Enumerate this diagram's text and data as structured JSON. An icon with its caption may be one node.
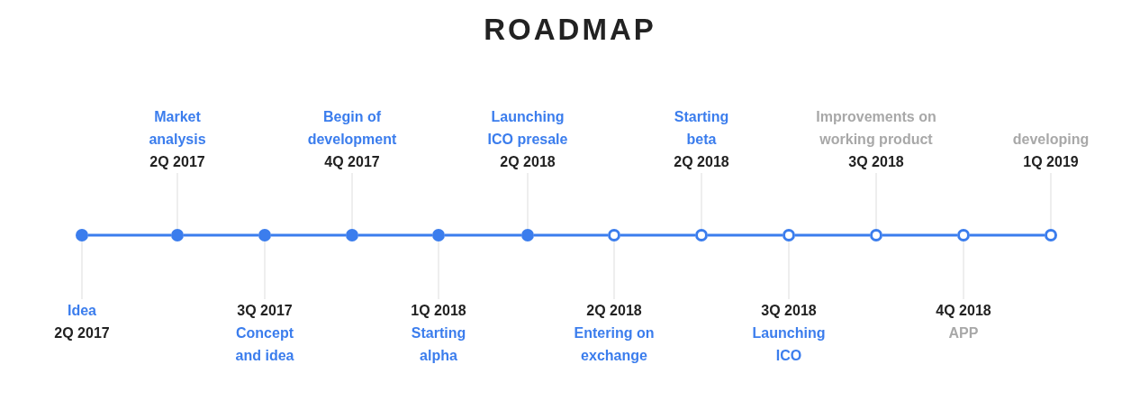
{
  "diagram": {
    "title": "ROADMAP",
    "nodes": [
      {
        "text": [
          "Idea",
          "2Q 2017"
        ]
      },
      {
        "text": [
          "Market analysis",
          "2Q 2017"
        ]
      },
      {
        "text": [
          "3Q 2017",
          "Concept and idea"
        ]
      },
      {
        "text": [
          "Begin of development",
          "4Q 2017"
        ]
      },
      {
        "text": [
          "1Q 2018",
          "Starting alpha"
        ]
      },
      {
        "text": [
          "Launching ICO presale",
          "2Q 2018"
        ]
      },
      {
        "text": [
          "2Q 2018",
          "Entering on exchange"
        ]
      },
      {
        "text": [
          "Starting beta",
          "2Q 2018"
        ]
      },
      {
        "text": [
          "3Q 2018",
          "Launching ICO"
        ]
      },
      {
        "text": [
          "Improvements on working product",
          "3Q 2018"
        ]
      },
      {
        "text": [
          "4Q 2018",
          "APP"
        ]
      },
      {
        "text": [
          "developing",
          "1Q 2019"
        ]
      },
      {
        "text": [],
        "shape": "circle"
      },
      {
        "text": [],
        "shape": "circle"
      },
      {
        "text": [],
        "shape": "circle"
      },
      {
        "text": [],
        "shape": "circle"
      },
      {
        "text": [],
        "shape": "circle"
      },
      {
        "text": [],
        "shape": "circle"
      },
      {
        "text": [],
        "shape": "circle"
      },
      {
        "text": [],
        "shape": "circle"
      },
      {
        "text": [],
        "shape": "circle"
      },
      {
        "text": [],
        "shape": "circle"
      },
      {
        "text": [],
        "shape": "circle"
      },
      {
        "text": [],
        "shape": "circle"
      }
    ],
    "edges": [
      {
        "from": 12,
        "to": 13,
        "arrow": "none",
        "style": "thick",
        "color": "#3b7ded"
      },
      {
        "from": 13,
        "to": 14,
        "arrow": "none",
        "style": "thick",
        "color": "#3b7ded"
      },
      {
        "from": 14,
        "to": 15,
        "arrow": "none",
        "style": "thick",
        "color": "#3b7ded"
      },
      {
        "from": 15,
        "to": 16,
        "arrow": "none",
        "style": "thick",
        "color": "#3b7ded"
      },
      {
        "from": 16,
        "to": 17,
        "arrow": "none",
        "style": "thick",
        "color": "#3b7ded"
      },
      {
        "from": 17,
        "to": 18,
        "arrow": "none",
        "style": "thick",
        "color": "#3b7ded"
      },
      {
        "from": 18,
        "to": 19,
        "arrow": "none",
        "style": "thick",
        "color": "#3b7ded"
      },
      {
        "from": 19,
        "to": 20,
        "arrow": "none",
        "style": "thick",
        "color": "#3b7ded"
      },
      {
        "from": 20,
        "to": 21,
        "arrow": "none",
        "style": "thick",
        "color": "#3b7ded"
      },
      {
        "from": 21,
        "to": 22,
        "arrow": "none",
        "style": "thick",
        "color": "#3b7ded"
      },
      {
        "from": 22,
        "to": 23,
        "arrow": "none",
        "style": "thick",
        "color": "#3b7ded"
      },
      {
        "from": 0,
        "to": 12,
        "arrow": "none"
      },
      {
        "from": 1,
        "to": 13,
        "arrow": "none"
      },
      {
        "from": 2,
        "to": 14,
        "arrow": "none"
      },
      {
        "from": 3,
        "to": 15,
        "arrow": "none"
      },
      {
        "from": 4,
        "to": 16,
        "arrow": "none"
      },
      {
        "from": 5,
        "to": 17,
        "arrow": "none"
      },
      {
        "from": 6,
        "to": 18,
        "arrow": "none"
      },
      {
        "from": 7,
        "to": 19,
        "arrow": "none"
      },
      {
        "from": 8,
        "to": 20,
        "arrow": "none"
      },
      {
        "from": 9,
        "to": 21,
        "arrow": "none"
      },
      {
        "from": 10,
        "to": 22,
        "arrow": "none"
      },
      {
        "from": 11,
        "to": 23,
        "arrow": "none"
      }
    ]
  }
}
